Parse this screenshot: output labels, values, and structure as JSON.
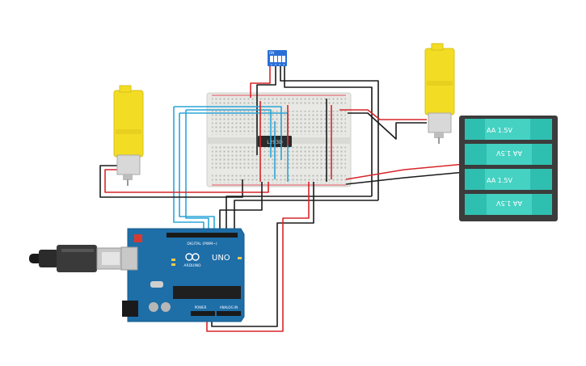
{
  "ic": {
    "label": "L293D"
  },
  "dip_switch": {
    "label": "ON",
    "numbers": [
      "1",
      "2",
      "3",
      "4"
    ]
  },
  "arduino": {
    "logo_text": "ARDUINO",
    "model": "UNO",
    "digital_label": "DIGITAL (PWM~)",
    "power_label": "POWER",
    "analog_label": "ANALOG IN"
  },
  "battery_pack": {
    "cells": [
      "AA 1.5V",
      "AA 1.5V",
      "AA 1.5V",
      "AA 1.5V"
    ]
  },
  "colors": {
    "breadboard": "#e8e8e4",
    "arduino_blue": "#1e6ea8",
    "motor_yellow": "#f3dc24",
    "battery_cell": "#2fbfb0",
    "wire_red": "#d7262b",
    "wire_black": "#1a1a1a",
    "wire_blue": "#2aa6d8",
    "dip_blue": "#2a6fd6"
  }
}
